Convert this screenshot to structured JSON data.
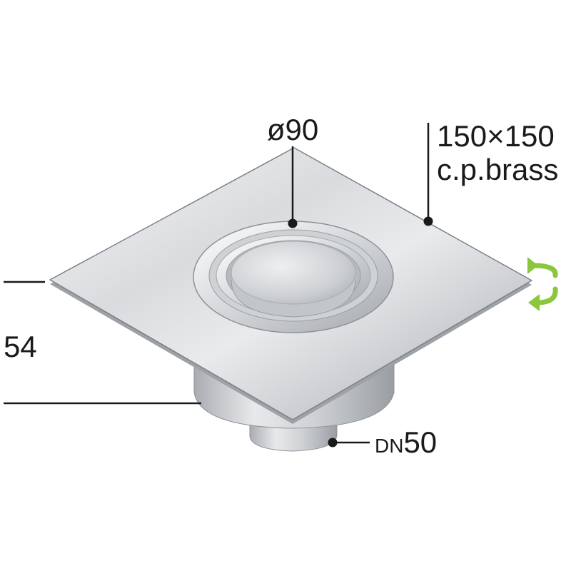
{
  "labels": {
    "diameter": "ø90",
    "plate_size": "150×150",
    "material": "c.p.brass",
    "height": "54",
    "outlet_prefix": "DN",
    "outlet_size": "50"
  },
  "colors": {
    "line": "#1a1a1a",
    "rotate_arrow": "#8cc63f",
    "metal_light": "#f2f3f4",
    "metal_mid": "#c8cbce",
    "metal_dark": "#8e9297"
  },
  "icons": {
    "rotate": "rotate-arrows-icon"
  }
}
